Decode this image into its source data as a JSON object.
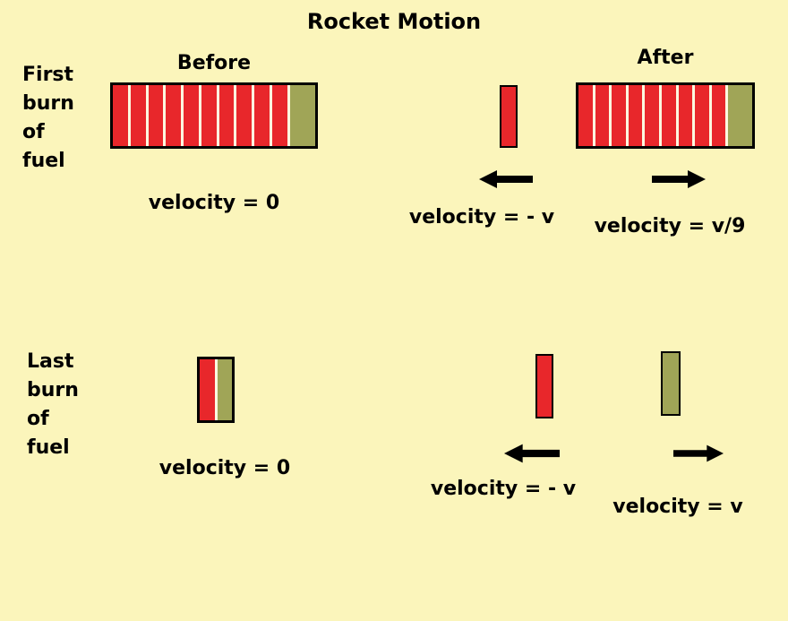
{
  "title": "Rocket Motion",
  "colors": {
    "background": "#FBF5BB",
    "fuel_red": "#E8272B",
    "payload_olive": "#A0A557",
    "segment_gap": "#FCF9E0",
    "outline": "#000000"
  },
  "first_burn": {
    "row_label": "First\nburn\nof\nfuel",
    "before_label": "Before",
    "after_label": "After",
    "before_rocket": {
      "red_segments": 10,
      "olive_segments": 1,
      "olive_flex": 1.7
    },
    "before_velocity": "velocity = 0",
    "ejected_velocity": "velocity = - v",
    "after_rocket": {
      "red_segments": 9,
      "olive_segments": 1,
      "olive_flex": 1.7
    },
    "after_velocity": "velocity = v/9"
  },
  "last_burn": {
    "row_label": "Last\nburn\nof\nfuel",
    "rocket": {
      "red_segments": 1,
      "olive_segments": 1,
      "olive_flex": 1
    },
    "before_velocity": "velocity = 0",
    "ejected_velocity": "velocity = - v",
    "payload_velocity": "velocity = v"
  }
}
